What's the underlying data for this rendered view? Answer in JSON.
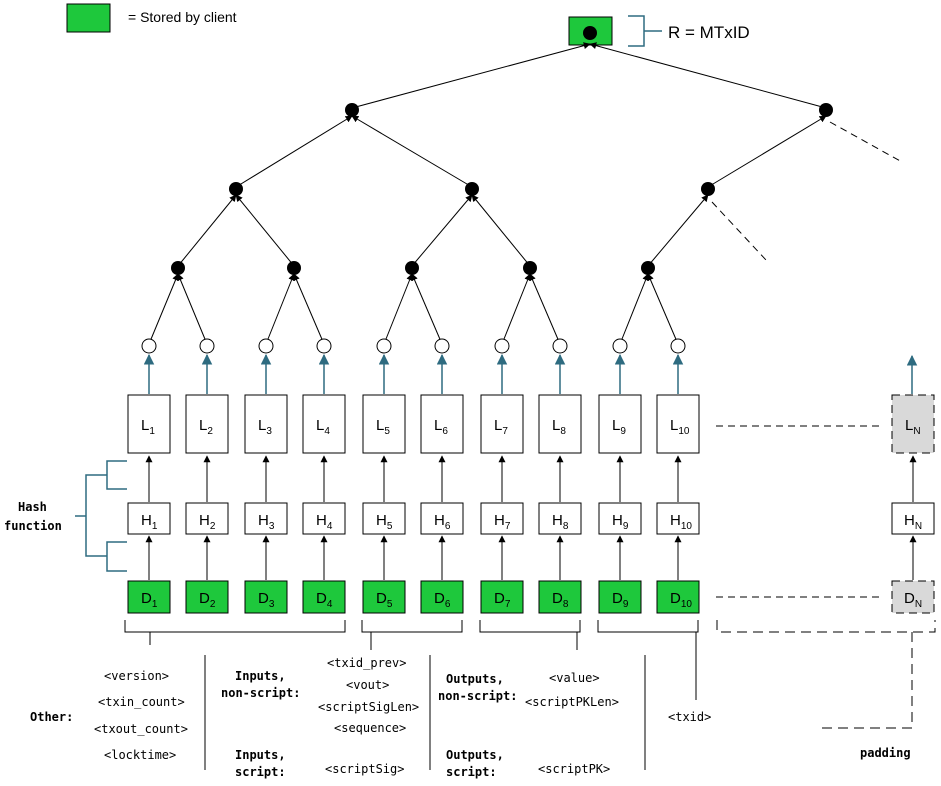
{
  "legend": {
    "text": "= Stored by client",
    "color": "#1ec83c"
  },
  "root_label": "R = MTxID",
  "leaves": [
    {
      "L": "L",
      "H": "H",
      "D": "D",
      "sub": "1"
    },
    {
      "L": "L",
      "H": "H",
      "D": "D",
      "sub": "2"
    },
    {
      "L": "L",
      "H": "H",
      "D": "D",
      "sub": "3"
    },
    {
      "L": "L",
      "H": "H",
      "D": "D",
      "sub": "4"
    },
    {
      "L": "L",
      "H": "H",
      "D": "D",
      "sub": "5"
    },
    {
      "L": "L",
      "H": "H",
      "D": "D",
      "sub": "6"
    },
    {
      "L": "L",
      "H": "H",
      "D": "D",
      "sub": "7"
    },
    {
      "L": "L",
      "H": "H",
      "D": "D",
      "sub": "8"
    },
    {
      "L": "L",
      "H": "H",
      "D": "D",
      "sub": "9"
    },
    {
      "L": "L",
      "H": "H",
      "D": "D",
      "sub": "10"
    }
  ],
  "last_leaf": {
    "L": "L",
    "H": "H",
    "D": "D",
    "sub": "N"
  },
  "hash_label": [
    "Hash",
    "function"
  ],
  "groups": {
    "other": {
      "heading": "Other:",
      "fields": [
        "<version>",
        "<txin_count>",
        "<txout_count>",
        "<locktime>"
      ]
    },
    "inputs_nonscript": {
      "heading": [
        "Inputs,",
        "non-script:"
      ],
      "fields": [
        "<txid_prev>",
        "<vout>",
        "<scriptSigLen>",
        "<sequence>"
      ]
    },
    "inputs_script": {
      "heading": [
        "Inputs,",
        "script:"
      ],
      "fields": [
        "<scriptSig>"
      ]
    },
    "outputs_nonscript": {
      "heading": [
        "Outputs,",
        "non-script:"
      ],
      "fields": [
        "<value>",
        "<scriptPKLen>"
      ]
    },
    "outputs_script": {
      "heading": [
        "Outputs,",
        "script:"
      ],
      "fields": [
        "<scriptPK>"
      ]
    },
    "txid": {
      "fields": [
        "<txid>"
      ]
    },
    "padding": {
      "label": "padding"
    }
  },
  "colors": {
    "green": "#1ec83c",
    "teal": "#2e6b80",
    "grey": "#d9d9d9"
  }
}
